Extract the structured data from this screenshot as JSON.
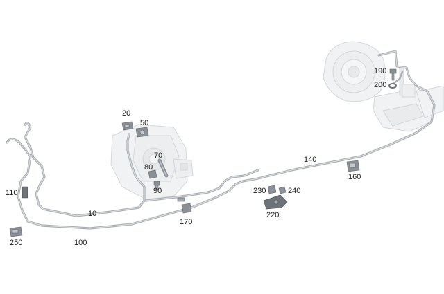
{
  "diagram": {
    "type": "exploded-parts-diagram",
    "subject": "brake line routing",
    "callouts": [
      {
        "id": "c10",
        "label": "10"
      },
      {
        "id": "c20",
        "label": "20"
      },
      {
        "id": "c50",
        "label": "50"
      },
      {
        "id": "c70",
        "label": "70"
      },
      {
        "id": "c80",
        "label": "80"
      },
      {
        "id": "c90",
        "label": "90"
      },
      {
        "id": "c100",
        "label": "100"
      },
      {
        "id": "c110",
        "label": "110"
      },
      {
        "id": "c140",
        "label": "140"
      },
      {
        "id": "c160",
        "label": "160"
      },
      {
        "id": "c170",
        "label": "170"
      },
      {
        "id": "c190",
        "label": "190"
      },
      {
        "id": "c200",
        "label": "200"
      },
      {
        "id": "c220",
        "label": "220"
      },
      {
        "id": "c230",
        "label": "230"
      },
      {
        "id": "c240",
        "label": "240"
      },
      {
        "id": "c250",
        "label": "250"
      }
    ],
    "colors": {
      "pipe": "#a8adb2",
      "pipe_highlight": "#e2e5e8",
      "part_fill": "#8a9096",
      "ghost_fill": "#f1f2f3",
      "ghost_stroke": "#d4d7da",
      "text": "#1a1a1a"
    }
  }
}
